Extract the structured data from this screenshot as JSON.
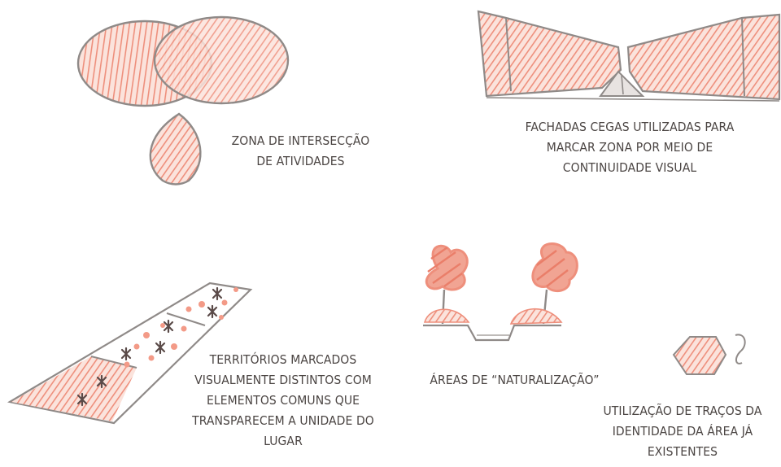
{
  "colors": {
    "hatch": "#ee8f7c",
    "fill": "#f7cbc0",
    "outline": "#8f8a88",
    "dark_mark": "#5a4a48",
    "text": "#4b4543"
  },
  "captions": {
    "intersection": [
      "ZONA DE INTERSECÇÃO",
      "DE ATIVIDADES"
    ],
    "facades": [
      "FACHADAS CEGAS UTILIZADAS PARA",
      "MARCAR ZONA POR MEIO DE",
      "CONTINUIDADE VISUAL"
    ],
    "territories": [
      "TERRITÓRIOS MARCADOS",
      "VISUALMENTE DISTINTOS COM",
      "ELEMENTOS COMUNS QUE",
      "TRANSPARECEM A UNIDADE DO",
      "LUGAR"
    ],
    "naturalization": [
      "ÁREAS DE “NATURALIZAÇÃO”"
    ],
    "identity": [
      "UTILIZAÇÃO DE TRAÇOS DA",
      "IDENTIDADE DA ÁREA JÁ",
      "EXISTENTES"
    ]
  }
}
